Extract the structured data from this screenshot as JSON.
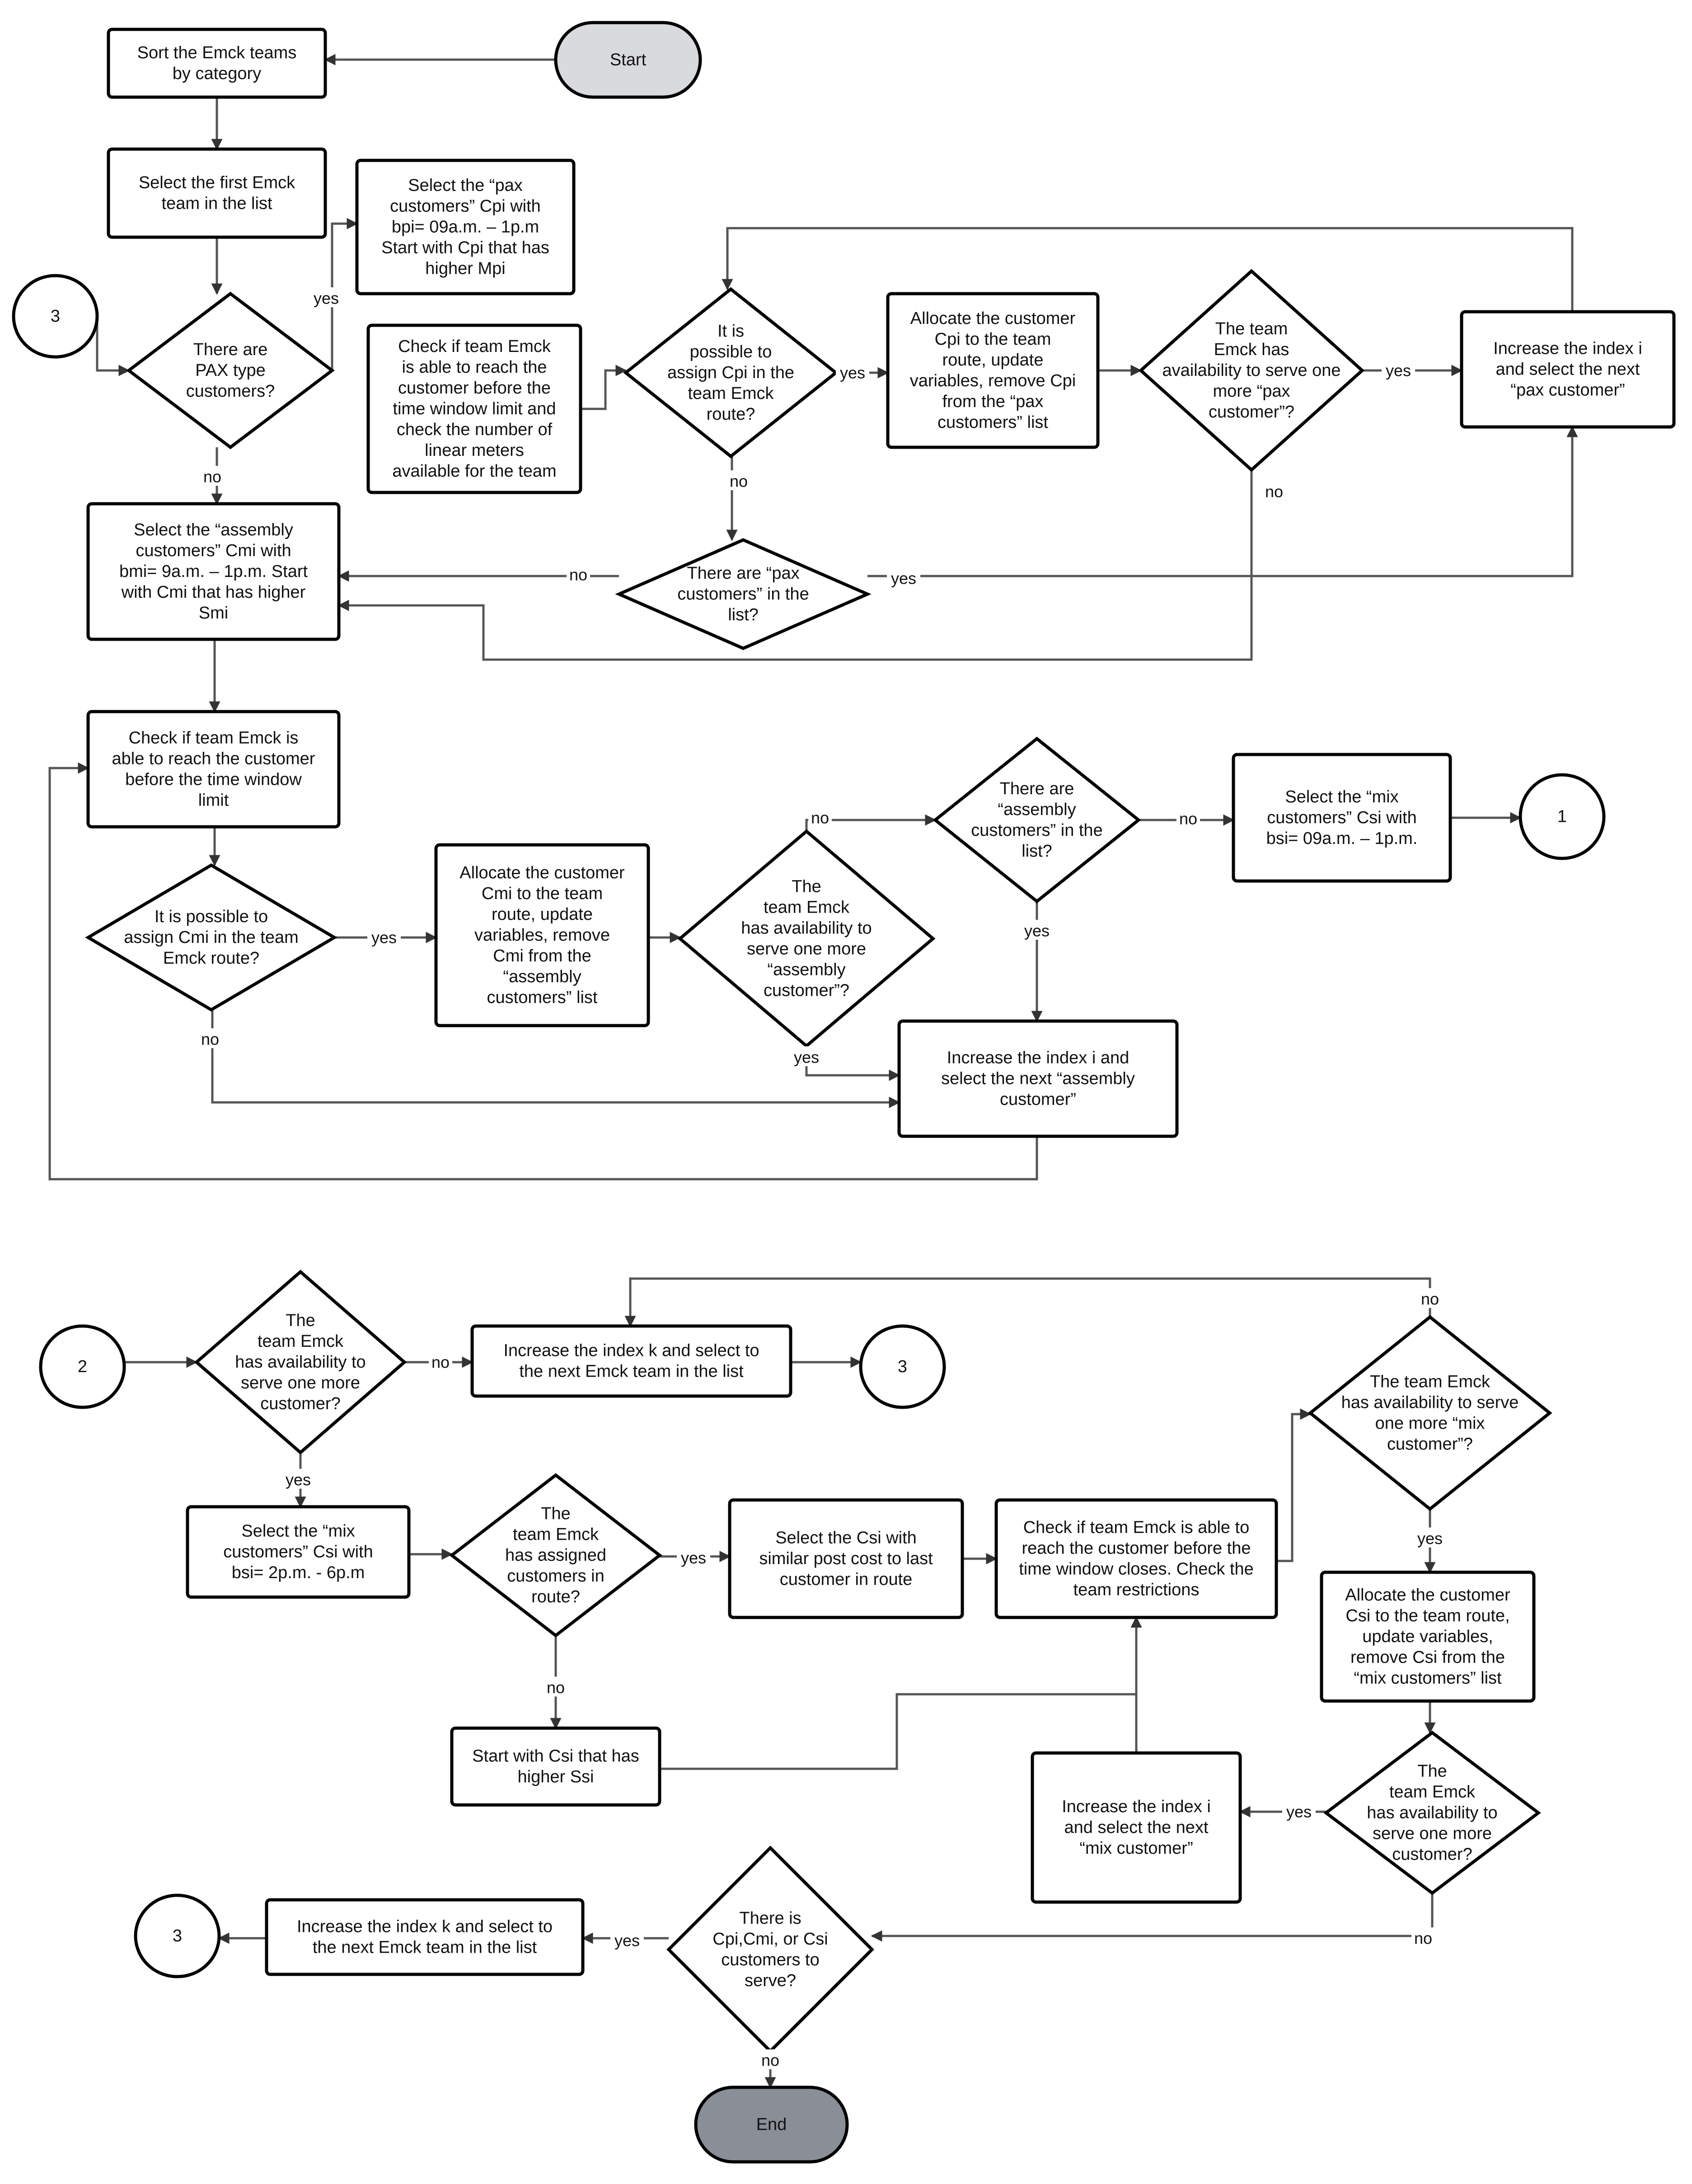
{
  "colors": {
    "line": "#555555",
    "shape_stroke": "#000000",
    "terminal_start": "#d9dadd",
    "terminal_end": "#8a8e96",
    "text": "#111111"
  },
  "nodes": [
    {
      "id": "start",
      "shape": "terminal",
      "fill": "terminal_start",
      "lines": [
        "Start"
      ]
    },
    {
      "id": "sort",
      "shape": "rect",
      "lines": [
        "Sort the  Emck  teams",
        "by category"
      ]
    },
    {
      "id": "select_first",
      "shape": "rect",
      "lines": [
        "Select the first Emck",
        "team in the list"
      ]
    },
    {
      "id": "c3a",
      "shape": "circle",
      "lines": [
        "3"
      ]
    },
    {
      "id": "pax_type",
      "shape": "diamond",
      "lines": [
        "There are",
        "PAX type",
        "customers?"
      ]
    },
    {
      "id": "select_pax",
      "shape": "rect",
      "lines": [
        "Select the “pax",
        "customers” Cpi with",
        "bpi= 09a.m. – 1p.m",
        "Start with  Cpi that has",
        "higher Mpi"
      ]
    },
    {
      "id": "check_pax",
      "shape": "rect",
      "lines": [
        "Check if team Emck",
        "is able to reach the",
        "customer before the",
        "time window limit and",
        "check the number of",
        "linear meters",
        "available for the team"
      ]
    },
    {
      "id": "assign_cpi",
      "shape": "diamond",
      "lines": [
        "It is",
        "possible to",
        "assign  Cpi in the",
        "team Emck",
        "route?"
      ]
    },
    {
      "id": "alloc_cpi",
      "shape": "rect",
      "lines": [
        "Allocate the customer",
        "Cpi to the team",
        "route, update",
        "variables, remove Cpi",
        "from the “pax",
        "customers” list"
      ]
    },
    {
      "id": "avail_pax",
      "shape": "diamond",
      "lines": [
        "The team",
        "Emck  has",
        "availability to serve one",
        "more “pax",
        "customer”?"
      ]
    },
    {
      "id": "inc_pax",
      "shape": "rect",
      "lines": [
        "Increase the index i",
        "and select the next",
        "“pax customer”"
      ]
    },
    {
      "id": "select_asm",
      "shape": "rect",
      "lines": [
        "Select the “assembly",
        "customers” Cmi with",
        "bmi= 9a.m. – 1p.m. Start",
        "with Cmi that has  higher",
        "Smi"
      ]
    },
    {
      "id": "pax_list",
      "shape": "diamond",
      "lines": [
        "There are “pax",
        "customers” in the",
        "list?"
      ]
    },
    {
      "id": "check_asm",
      "shape": "rect",
      "lines": [
        "Check if team Emck is",
        "able to reach the customer",
        "before the  time window",
        "limit"
      ]
    },
    {
      "id": "assign_cmi",
      "shape": "diamond",
      "lines": [
        "It is possible to",
        "assign  Cmi in the team",
        "Emck route?"
      ]
    },
    {
      "id": "alloc_cmi",
      "shape": "rect",
      "lines": [
        "Allocate the customer",
        "Cmi to the team",
        "route, update",
        "variables, remove",
        "Cmi from the",
        "“assembly",
        "customers” list"
      ]
    },
    {
      "id": "avail_asm",
      "shape": "diamond",
      "lines": [
        "The",
        "team Emck",
        "has availability to",
        "serve one  more",
        "“assembly",
        "customer”?"
      ]
    },
    {
      "id": "asm_list",
      "shape": "diamond",
      "lines": [
        "There are",
        "“assembly",
        "customers” in the",
        "list?"
      ]
    },
    {
      "id": "select_mix_am",
      "shape": "rect",
      "lines": [
        "Select the “mix",
        "customers” Csi with",
        "bsi= 09a.m. – 1p.m."
      ]
    },
    {
      "id": "c1",
      "shape": "circle",
      "lines": [
        "1"
      ]
    },
    {
      "id": "inc_asm",
      "shape": "rect",
      "lines": [
        "Increase the index i and",
        "select the next “assembly",
        "customer”"
      ]
    },
    {
      "id": "c2",
      "shape": "circle",
      "lines": [
        "2"
      ]
    },
    {
      "id": "avail_any",
      "shape": "diamond",
      "lines": [
        "The",
        "team Emck",
        "has availability to",
        "serve one  more",
        "customer?"
      ]
    },
    {
      "id": "inc_k1",
      "shape": "rect",
      "lines": [
        "Increase the index k and select to",
        "the next Emck team in the list"
      ]
    },
    {
      "id": "c3b",
      "shape": "circle",
      "lines": [
        "3"
      ]
    },
    {
      "id": "select_mix_pm",
      "shape": "rect",
      "lines": [
        "Select the “mix",
        "customers” Csi with",
        "bsi= 2p.m. - 6p.m"
      ]
    },
    {
      "id": "has_assigned",
      "shape": "diamond",
      "lines": [
        "The",
        "team Emck",
        "has assigned",
        "customers in",
        "route?"
      ]
    },
    {
      "id": "select_similar",
      "shape": "rect",
      "lines": [
        "Select the Csi with",
        "similar post cost to last",
        "customer in route"
      ]
    },
    {
      "id": "check_mix",
      "shape": "rect",
      "lines": [
        "Check if team Emck is able to",
        "reach the customer before the",
        "time window closes. Check the",
        "team restrictions"
      ]
    },
    {
      "id": "avail_mix",
      "shape": "diamond",
      "lines": [
        "The team Emck",
        "has availability to serve",
        "one  more “mix",
        "customer”?"
      ]
    },
    {
      "id": "start_ssi",
      "shape": "rect",
      "lines": [
        "Start with Csi that has",
        "higher Ssi"
      ]
    },
    {
      "id": "alloc_csi",
      "shape": "rect",
      "lines": [
        "Allocate the customer",
        "Csi to the team  route,",
        "update variables,",
        "remove Csi from the",
        "“mix customers” list"
      ]
    },
    {
      "id": "inc_mix",
      "shape": "rect",
      "lines": [
        "Increase the index i",
        "and select the next",
        "“mix customer”"
      ]
    },
    {
      "id": "avail_any2",
      "shape": "diamond",
      "lines": [
        "The",
        "team Emck",
        "has availability to",
        "serve one  more",
        "customer?"
      ]
    },
    {
      "id": "c3c",
      "shape": "circle",
      "lines": [
        "3"
      ]
    },
    {
      "id": "inc_k2",
      "shape": "rect",
      "lines": [
        "Increase the index k and select to",
        "the next Emck team in the list"
      ]
    },
    {
      "id": "any_left",
      "shape": "diamond",
      "lines": [
        "There is",
        "Cpi,Cmi, or Csi",
        "customers to",
        "serve?"
      ]
    },
    {
      "id": "end",
      "shape": "terminal",
      "fill": "terminal_end",
      "lines": [
        "End"
      ]
    }
  ],
  "edge_labels": {
    "yes": "yes",
    "no": "no"
  }
}
